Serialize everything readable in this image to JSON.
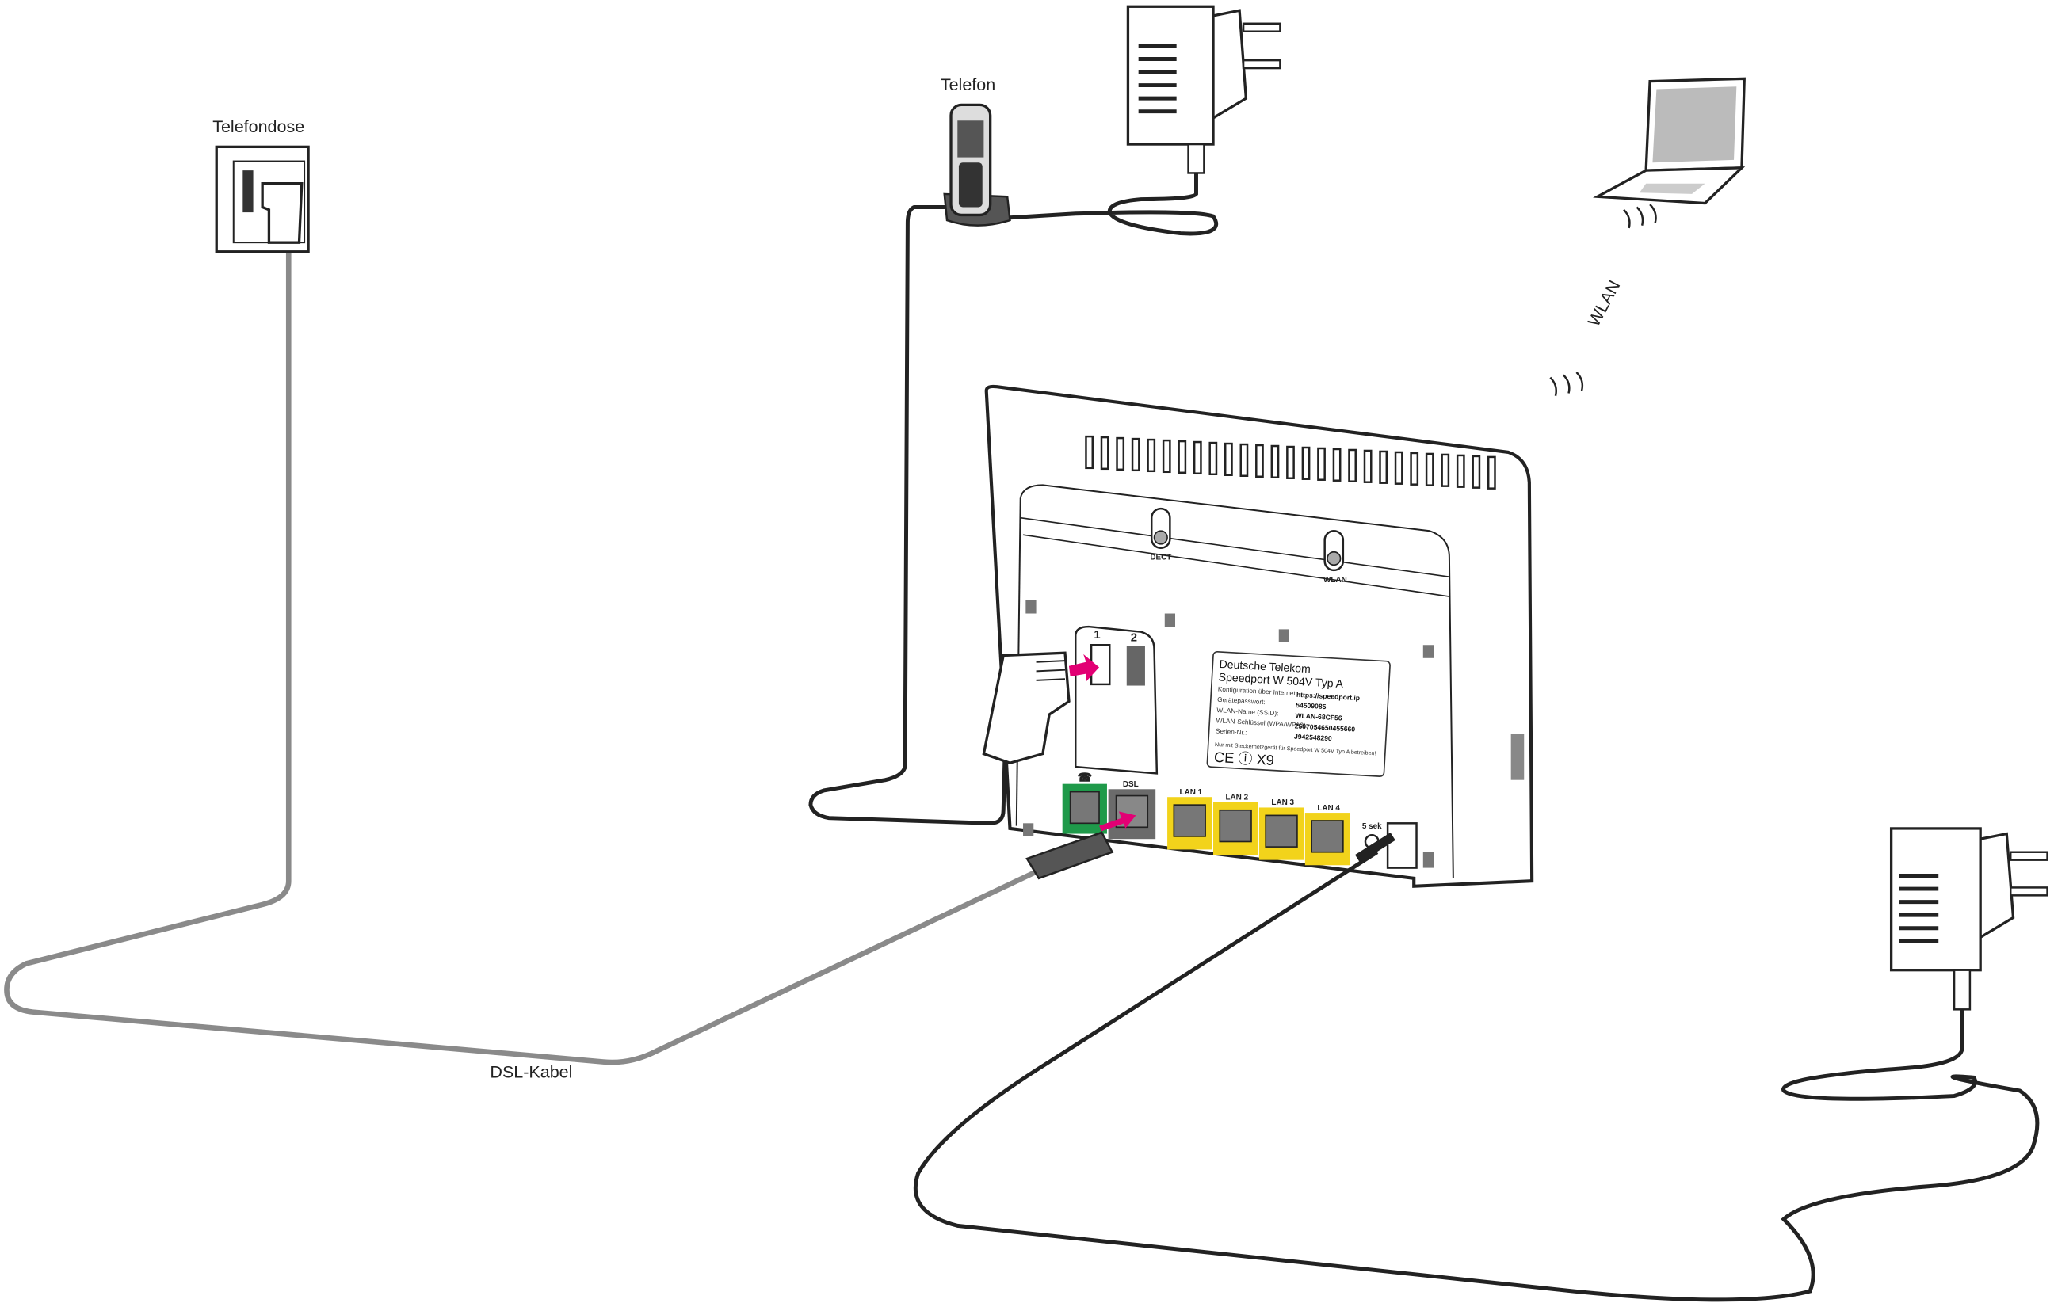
{
  "labels": {
    "wall_socket": "Telefondose",
    "phone": "Telefon",
    "wlan": "WLAN",
    "dsl_cable": "DSL-Kabel"
  },
  "router": {
    "buttons": {
      "dect": "DECT",
      "wlan": "WLAN"
    },
    "tae_ports": [
      "1",
      "2"
    ],
    "ports": {
      "phone_icon": "☎",
      "dsl": "DSL",
      "lan": [
        "LAN 1",
        "LAN 2",
        "LAN 3",
        "LAN 4"
      ],
      "reset": "5 sek"
    },
    "sticker": {
      "brand": "Deutsche Telekom",
      "model": "Speedport W 504V Typ A",
      "rows": [
        {
          "key": "Konfiguration über Internet:",
          "value": "https://speedport.ip"
        },
        {
          "key": "Gerätepasswort:",
          "value": "54509085"
        },
        {
          "key": "WLAN-Name (SSID):",
          "value": "WLAN-68CF56"
        },
        {
          "key": "WLAN-Schlüssel (WPA/WPA2):",
          "value": "2507054650455660"
        },
        {
          "key": "Serien-Nr.:",
          "value": "J942548290"
        }
      ],
      "note": "Nur mit Steckernetzgerät für Speedport W 504V Typ A betreiben!",
      "marks": "CE ⓘ X9"
    }
  },
  "colors": {
    "magenta": "#e20074",
    "green": "#1f9a4a",
    "yellow": "#f2d31b",
    "dsl_port": "#6b6b6b",
    "dsl_cable": "#8a8a8a"
  }
}
